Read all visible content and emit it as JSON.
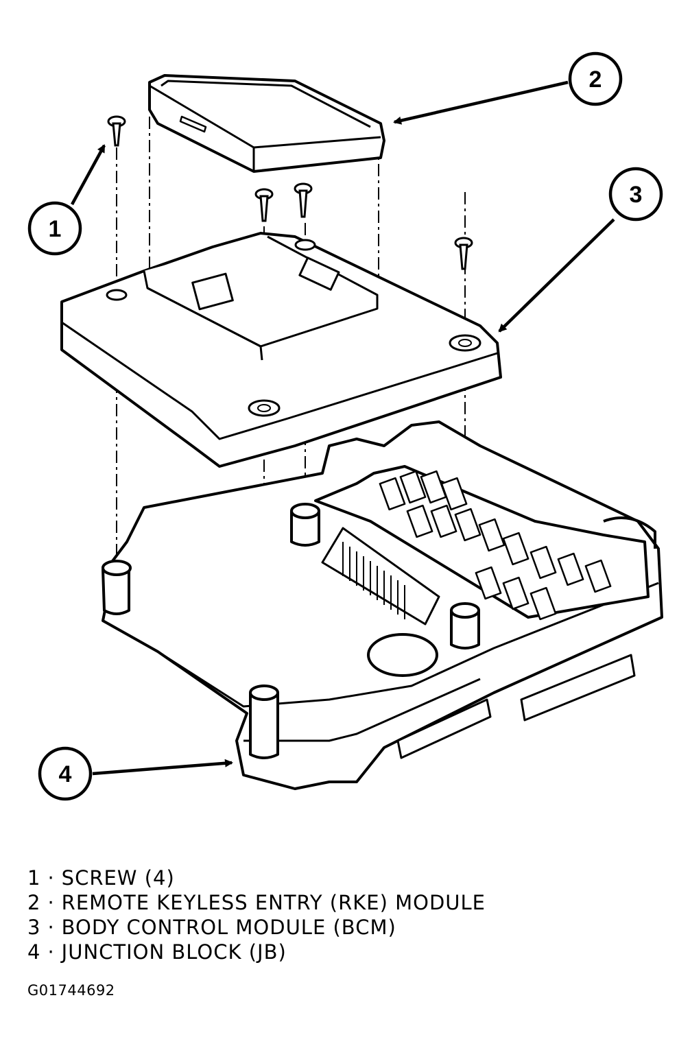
{
  "diagram": {
    "callouts": [
      {
        "number": "1"
      },
      {
        "number": "2"
      },
      {
        "number": "3"
      },
      {
        "number": "4"
      }
    ],
    "legend": [
      {
        "number": "1",
        "separator": "·",
        "text": "SCREW (4)"
      },
      {
        "number": "2",
        "separator": "·",
        "text": "REMOTE KEYLESS ENTRY (RKE) MODULE"
      },
      {
        "number": "3",
        "separator": "·",
        "text": "BODY CONTROL MODULE (BCM)"
      },
      {
        "number": "4",
        "separator": "·",
        "text": "JUNCTION BLOCK (JB)"
      }
    ],
    "figure_id": "G01744692"
  }
}
